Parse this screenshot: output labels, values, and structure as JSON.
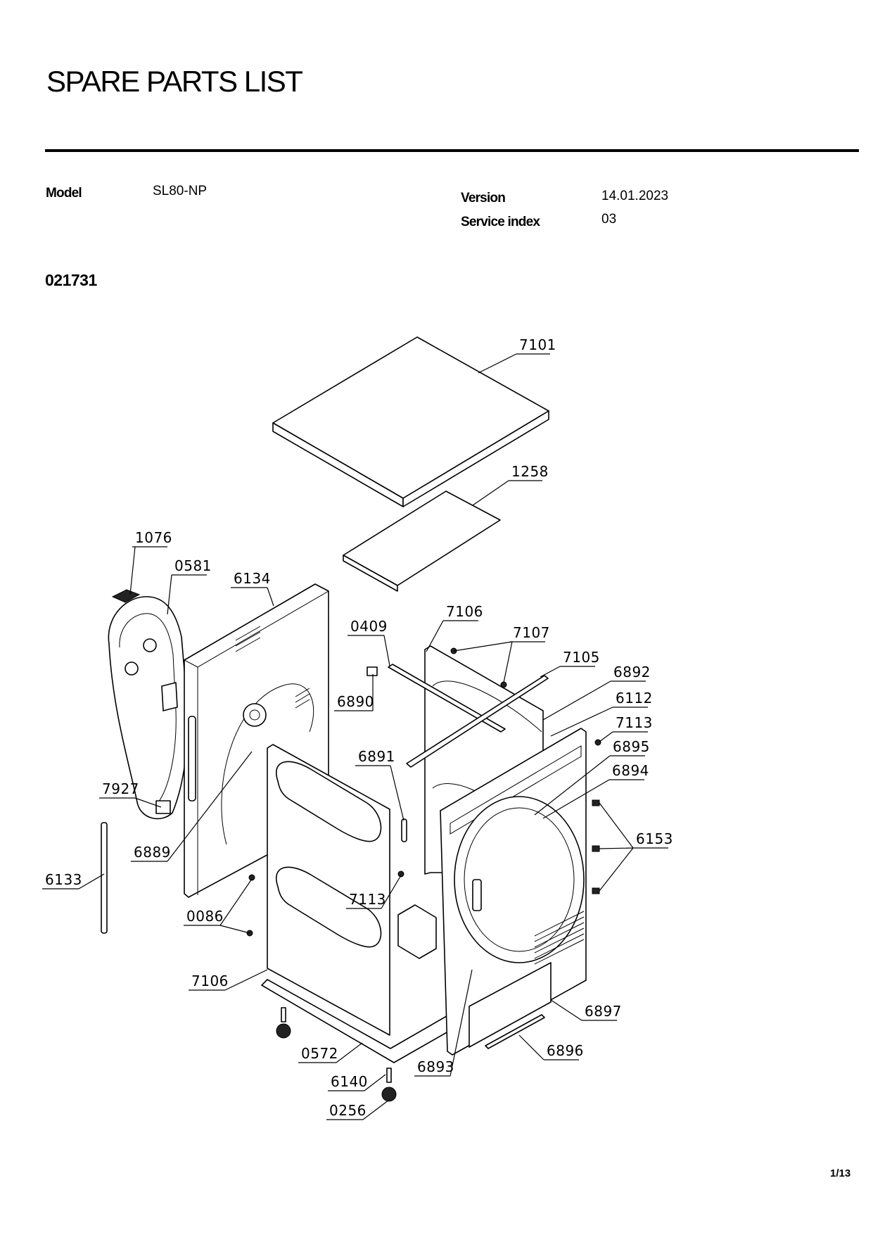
{
  "header": {
    "title": "SPARE PARTS LIST",
    "model_label": "Model",
    "model_value": "SL80-NP",
    "version_label": "Version",
    "version_value": "14.01.2023",
    "service_index_label": "Service index",
    "service_index_value": "03"
  },
  "section": {
    "id": "021731"
  },
  "diagram": {
    "labels": {
      "p7101": "7101",
      "p1258": "1258",
      "p1076": "1076",
      "p0581": "0581",
      "p6134": "6134",
      "p0409": "0409",
      "p7106_top": "7106",
      "p7107": "7107",
      "p7105": "7105",
      "p6892": "6892",
      "p6112": "6112",
      "p7113_right": "7113",
      "p6895": "6895",
      "p6894": "6894",
      "p6890": "6890",
      "p6891": "6891",
      "p7927": "7927",
      "p6153": "6153",
      "p6889": "6889",
      "p6133": "6133",
      "p7113_mid": "7113",
      "p0086": "0086",
      "p7106_bottom": "7106",
      "p6897": "6897",
      "p6896": "6896",
      "p0572": "0572",
      "p6893": "6893",
      "p6140": "6140",
      "p0256": "0256"
    }
  },
  "footer": {
    "page": "1/13"
  }
}
